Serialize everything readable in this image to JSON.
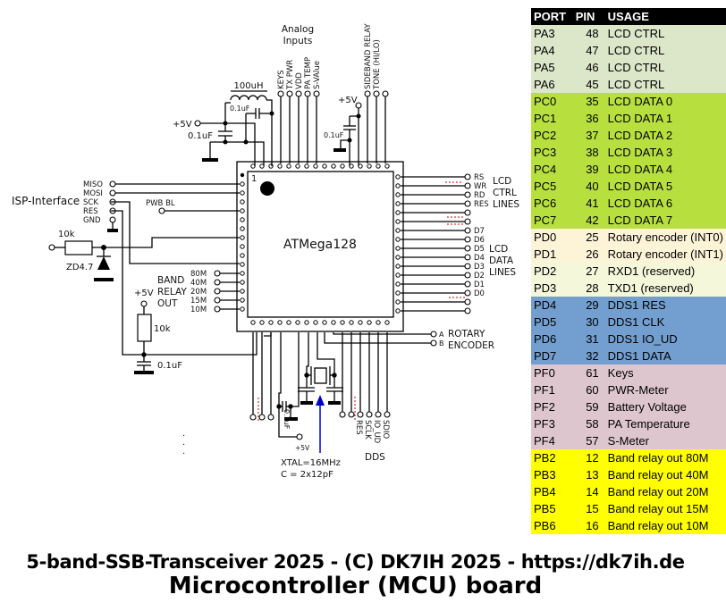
{
  "schematic": {
    "mcu_label": "ATMega128",
    "pin1_label": "1",
    "analog_inputs_title": [
      "Analog",
      "Inputs"
    ],
    "analog_inputs": [
      "KEYS",
      "TX PWR",
      "VDD",
      "PA TEMP",
      "S-VAlue"
    ],
    "sideband_labels": [
      "SIDEBAND RELAY",
      "TONE (HI/LO)"
    ],
    "inductor_label": "100uH",
    "cap_label": "0.1uF",
    "plus5v": "+5V",
    "isp_title": "ISP-Interface",
    "isp_pins": [
      "MISO",
      "MOSI",
      "SCK",
      "RES",
      "GND"
    ],
    "pwb_bl": "PWB BL",
    "resistor_10k": "10k",
    "zener": "ZD4.7",
    "band_relay_title": [
      "BAND",
      "RELAY",
      "OUT"
    ],
    "band_pins": [
      "80M",
      "40M",
      "20M",
      "15M",
      "10M"
    ],
    "lcd_ctrl_pins": [
      "RS",
      "WR",
      "RD",
      "RES"
    ],
    "lcd_ctrl_title": [
      "LCD",
      "CTRL",
      "LINES"
    ],
    "lcd_data_pins": [
      "D7",
      "D6",
      "D5",
      "D4",
      "D3",
      "D2",
      "D1",
      "D0"
    ],
    "lcd_data_title": [
      "LCD",
      "DATA",
      "LINES"
    ],
    "rotary_pins": [
      "A",
      "B"
    ],
    "rotary_title": [
      "ROTARY",
      "ENCODER"
    ],
    "dds_pins": [
      "RES",
      "SCLK",
      "IO_UD",
      "SDIO"
    ],
    "dds_title": "DDS",
    "xtal_lines": [
      "XTAL=16MHz",
      "C = 2x12pF"
    ],
    "plus5v_small": "+5V"
  },
  "pin_table": {
    "headers": [
      "PORT",
      "PIN",
      "USAGE"
    ],
    "rows": [
      {
        "port": "PA3",
        "pin": "48",
        "usage": "LCD CTRL",
        "group": "pa"
      },
      {
        "port": "PA4",
        "pin": "47",
        "usage": "LCD CTRL",
        "group": "pa"
      },
      {
        "port": "PA5",
        "pin": "46",
        "usage": "LCD CTRL",
        "group": "pa"
      },
      {
        "port": "PA6",
        "pin": "45",
        "usage": "LCD CTRL",
        "group": "pa"
      },
      {
        "port": "PC0",
        "pin": "35",
        "usage": "LCD DATA 0",
        "group": "pc"
      },
      {
        "port": "PC1",
        "pin": "36",
        "usage": "LCD DATA 1",
        "group": "pc"
      },
      {
        "port": "PC2",
        "pin": "37",
        "usage": "LCD DATA 2",
        "group": "pc"
      },
      {
        "port": "PC3",
        "pin": "38",
        "usage": "LCD DATA 3",
        "group": "pc"
      },
      {
        "port": "PC4",
        "pin": "39",
        "usage": "LCD DATA 4",
        "group": "pc"
      },
      {
        "port": "PC5",
        "pin": "40",
        "usage": "LCD DATA 5",
        "group": "pc"
      },
      {
        "port": "PC6",
        "pin": "41",
        "usage": "LCD DATA 6",
        "group": "pc"
      },
      {
        "port": "PC7",
        "pin": "42",
        "usage": "LCD DATA 7",
        "group": "pc"
      },
      {
        "port": "PD0",
        "pin": "25",
        "usage": "Rotary encoder (INT0)",
        "group": "pd-a"
      },
      {
        "port": "PD1",
        "pin": "26",
        "usage": "Rotary encoder (INT1)",
        "group": "pd-a"
      },
      {
        "port": "PD2",
        "pin": "27",
        "usage": "RXD1 (reserved)",
        "group": "pd-b"
      },
      {
        "port": "PD3",
        "pin": "28",
        "usage": "TXD1 (reserved)",
        "group": "pd-b"
      },
      {
        "port": "PD4",
        "pin": "29",
        "usage": "DDS1 RES",
        "group": "pd-c"
      },
      {
        "port": "PD5",
        "pin": "30",
        "usage": "DDS1 CLK",
        "group": "pd-c"
      },
      {
        "port": "PD6",
        "pin": "31",
        "usage": "DDS1 IO_UD",
        "group": "pd-c"
      },
      {
        "port": "PD7",
        "pin": "32",
        "usage": "DDS1 DATA",
        "group": "pd-c"
      },
      {
        "port": "PF0",
        "pin": "61",
        "usage": "Keys",
        "group": "pf"
      },
      {
        "port": "PF1",
        "pin": "60",
        "usage": "PWR-Meter",
        "group": "pf"
      },
      {
        "port": "PF2",
        "pin": "59",
        "usage": "Battery Voltage",
        "group": "pf"
      },
      {
        "port": "PF3",
        "pin": "58",
        "usage": "PA Temperature",
        "group": "pf"
      },
      {
        "port": "PF4",
        "pin": "57",
        "usage": "S-Meter",
        "group": "pf"
      },
      {
        "port": "PB2",
        "pin": "12",
        "usage": "Band relay out 80M",
        "group": "pb"
      },
      {
        "port": "PB3",
        "pin": "13",
        "usage": "Band relay out 40M",
        "group": "pb"
      },
      {
        "port": "PB4",
        "pin": "14",
        "usage": "Band relay out 20M",
        "group": "pb"
      },
      {
        "port": "PB5",
        "pin": "15",
        "usage": "Band relay out 15M",
        "group": "pb"
      },
      {
        "port": "PB6",
        "pin": "16",
        "usage": "Band relay out 10M",
        "group": "pb"
      }
    ]
  },
  "footer": {
    "line1": "5-band-SSB-Transceiver 2025 - (C) DK7IH 2025 - https://dk7ih.de",
    "line2": "Microcontroller (MCU) board"
  }
}
